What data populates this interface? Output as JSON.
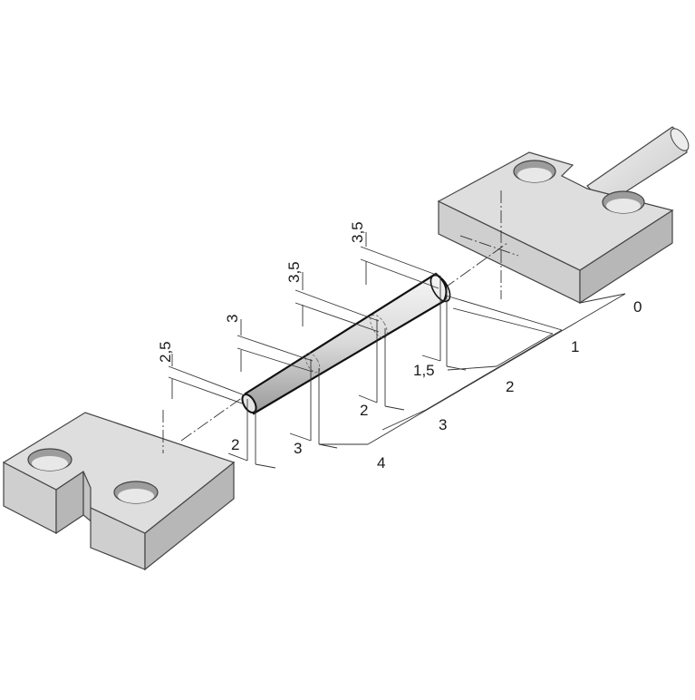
{
  "scale_labels": [
    "0",
    "1",
    "2",
    "3",
    "4"
  ],
  "vertical_labels": [
    "2,5",
    "3",
    "3,5",
    "3,5"
  ],
  "horizontal_labels": [
    "2",
    "3",
    "2",
    "1,5"
  ],
  "colors": {
    "block_top": "#dedede",
    "block_front": "#cfcfcf",
    "block_side": "#b7b7b7",
    "cable": "#e2e2e2",
    "line": "#333333"
  }
}
